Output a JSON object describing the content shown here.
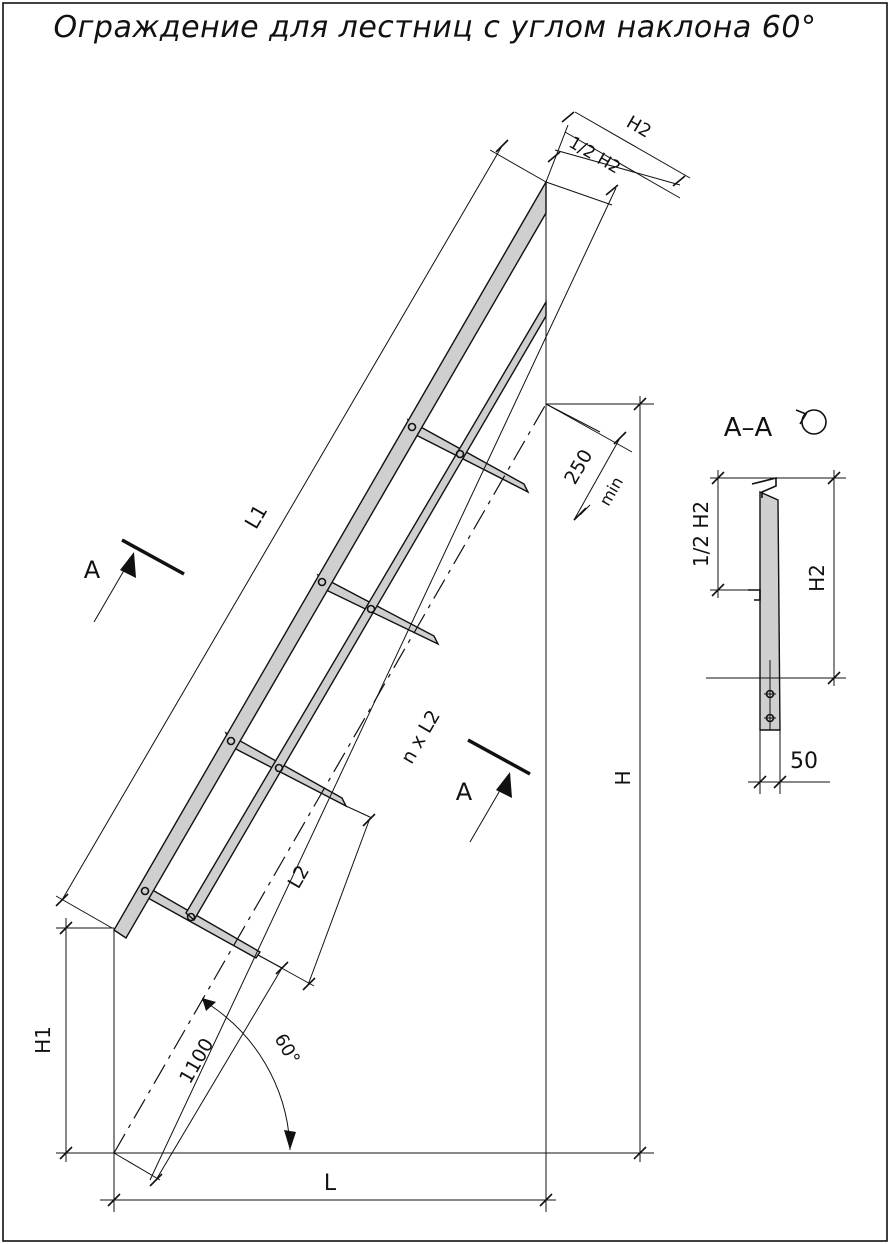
{
  "title": "Ограждение для лестниц с углом наклона 60°",
  "dimensions": {
    "L1": "L1",
    "L2": "L2",
    "n_x_L2": "n x L2",
    "H": "H",
    "H1": "H1",
    "H2": "H2",
    "half_H2": "1/2 H2",
    "L": "L",
    "d250": "250",
    "min": "min",
    "d1100": "1100",
    "angle": "60°"
  },
  "section": {
    "label": "A–A",
    "marker": "A",
    "width": "50",
    "half_H2": "1/2 H2",
    "H2": "H2"
  }
}
